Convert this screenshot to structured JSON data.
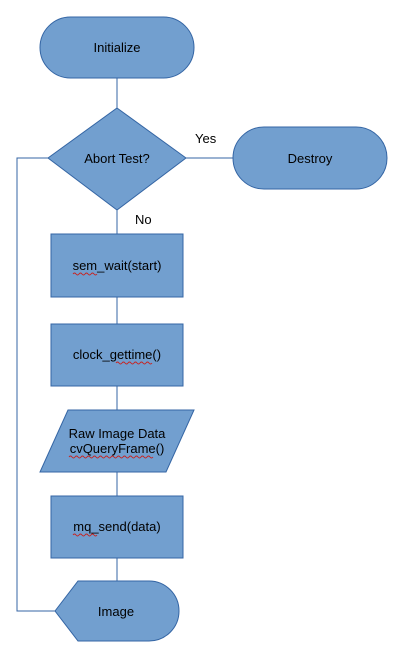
{
  "diagram": {
    "colors": {
      "fill": "#729fcf",
      "stroke": "#3465a4",
      "text": "#000000",
      "spellcheck": "#c9211e"
    },
    "nodes": {
      "initialize": {
        "label": "Initialize",
        "shape": "terminator"
      },
      "decision": {
        "label": "Abort Test?",
        "shape": "decision"
      },
      "destroy": {
        "label": "Destroy",
        "shape": "terminator"
      },
      "sem_wait": {
        "label": "sem_wait(start)",
        "shape": "process"
      },
      "clock": {
        "label": "clock_gettime()",
        "shape": "process"
      },
      "raw_image": {
        "label_line1": "Raw Image Data",
        "label_line2": "cvQueryFrame()",
        "shape": "data"
      },
      "mq_send": {
        "label": "mq_send(data)",
        "shape": "process"
      },
      "image": {
        "label": "Image",
        "shape": "display"
      }
    },
    "edges": {
      "yes_label": "Yes",
      "no_label": "No"
    }
  }
}
